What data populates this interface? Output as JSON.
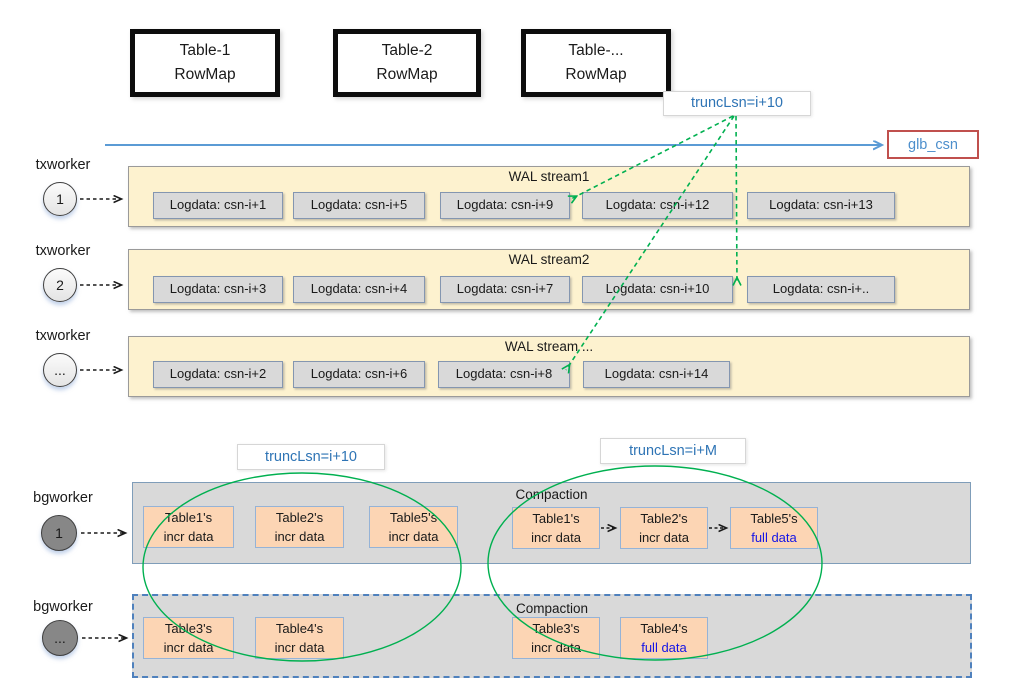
{
  "rowmaps": [
    {
      "line1": "Table-1",
      "line2": "RowMap"
    },
    {
      "line1": "Table-2",
      "line2": "RowMap"
    },
    {
      "line1": "Table-...",
      "line2": "RowMap"
    }
  ],
  "axis": {
    "label": "glb_csn"
  },
  "trunc": {
    "top": "truncLsn=i+10",
    "bottom_left": "truncLsn=i+10",
    "bottom_right": "truncLsn=i+M"
  },
  "wal_streams": [
    {
      "title": "WAL stream1",
      "worker_label": "txworker",
      "worker_id": "1",
      "entries": [
        "Logdata: csn-i+1",
        "Logdata: csn-i+5",
        "Logdata: csn-i+9",
        "Logdata: csn-i+12",
        "Logdata: csn-i+13"
      ]
    },
    {
      "title": "WAL stream2",
      "worker_label": "txworker",
      "worker_id": "2",
      "entries": [
        "Logdata: csn-i+3",
        "Logdata: csn-i+4",
        "Logdata: csn-i+7",
        "Logdata: csn-i+10",
        "Logdata: csn-i+.."
      ]
    },
    {
      "title": "WAL stream ...",
      "worker_label": "txworker",
      "worker_id": "...",
      "entries": [
        "Logdata: csn-i+2",
        "Logdata: csn-i+6",
        "Logdata: csn-i+8",
        "Logdata: csn-i+14"
      ]
    }
  ],
  "compactions": [
    {
      "title": "Compaction",
      "worker_label": "bgworker",
      "worker_id": "1",
      "inputs": [
        {
          "line1": "Table1's",
          "line2": "incr data"
        },
        {
          "line1": "Table2's",
          "line2": "incr data"
        },
        {
          "line1": "Table5's",
          "line2": "incr data"
        }
      ],
      "outputs": [
        {
          "line1": "Table1's",
          "line2": "incr data"
        },
        {
          "line1": "Table2's",
          "line2": "incr data"
        },
        {
          "line1": "Table5's",
          "line2": "full data"
        }
      ]
    },
    {
      "title": "Compaction",
      "worker_label": "bgworker",
      "worker_id": "...",
      "inputs": [
        {
          "line1": "Table3's",
          "line2": "incr data"
        },
        {
          "line1": "Table4's",
          "line2": "incr data"
        }
      ],
      "outputs": [
        {
          "line1": "Table3's",
          "line2": "incr data"
        },
        {
          "line1": "Table4's",
          "line2": "full data"
        }
      ]
    }
  ],
  "colors": {
    "axis_blue": "#5b9bd5",
    "label_blue": "#2e74b5",
    "full_data_blue": "#1414e6",
    "green": "#00b050",
    "wal_fill": "#fdf2cf",
    "panel_gray": "#d9d9d9",
    "orange_fill": "#fcd5b4",
    "glb_border_red": "#c0504d"
  }
}
